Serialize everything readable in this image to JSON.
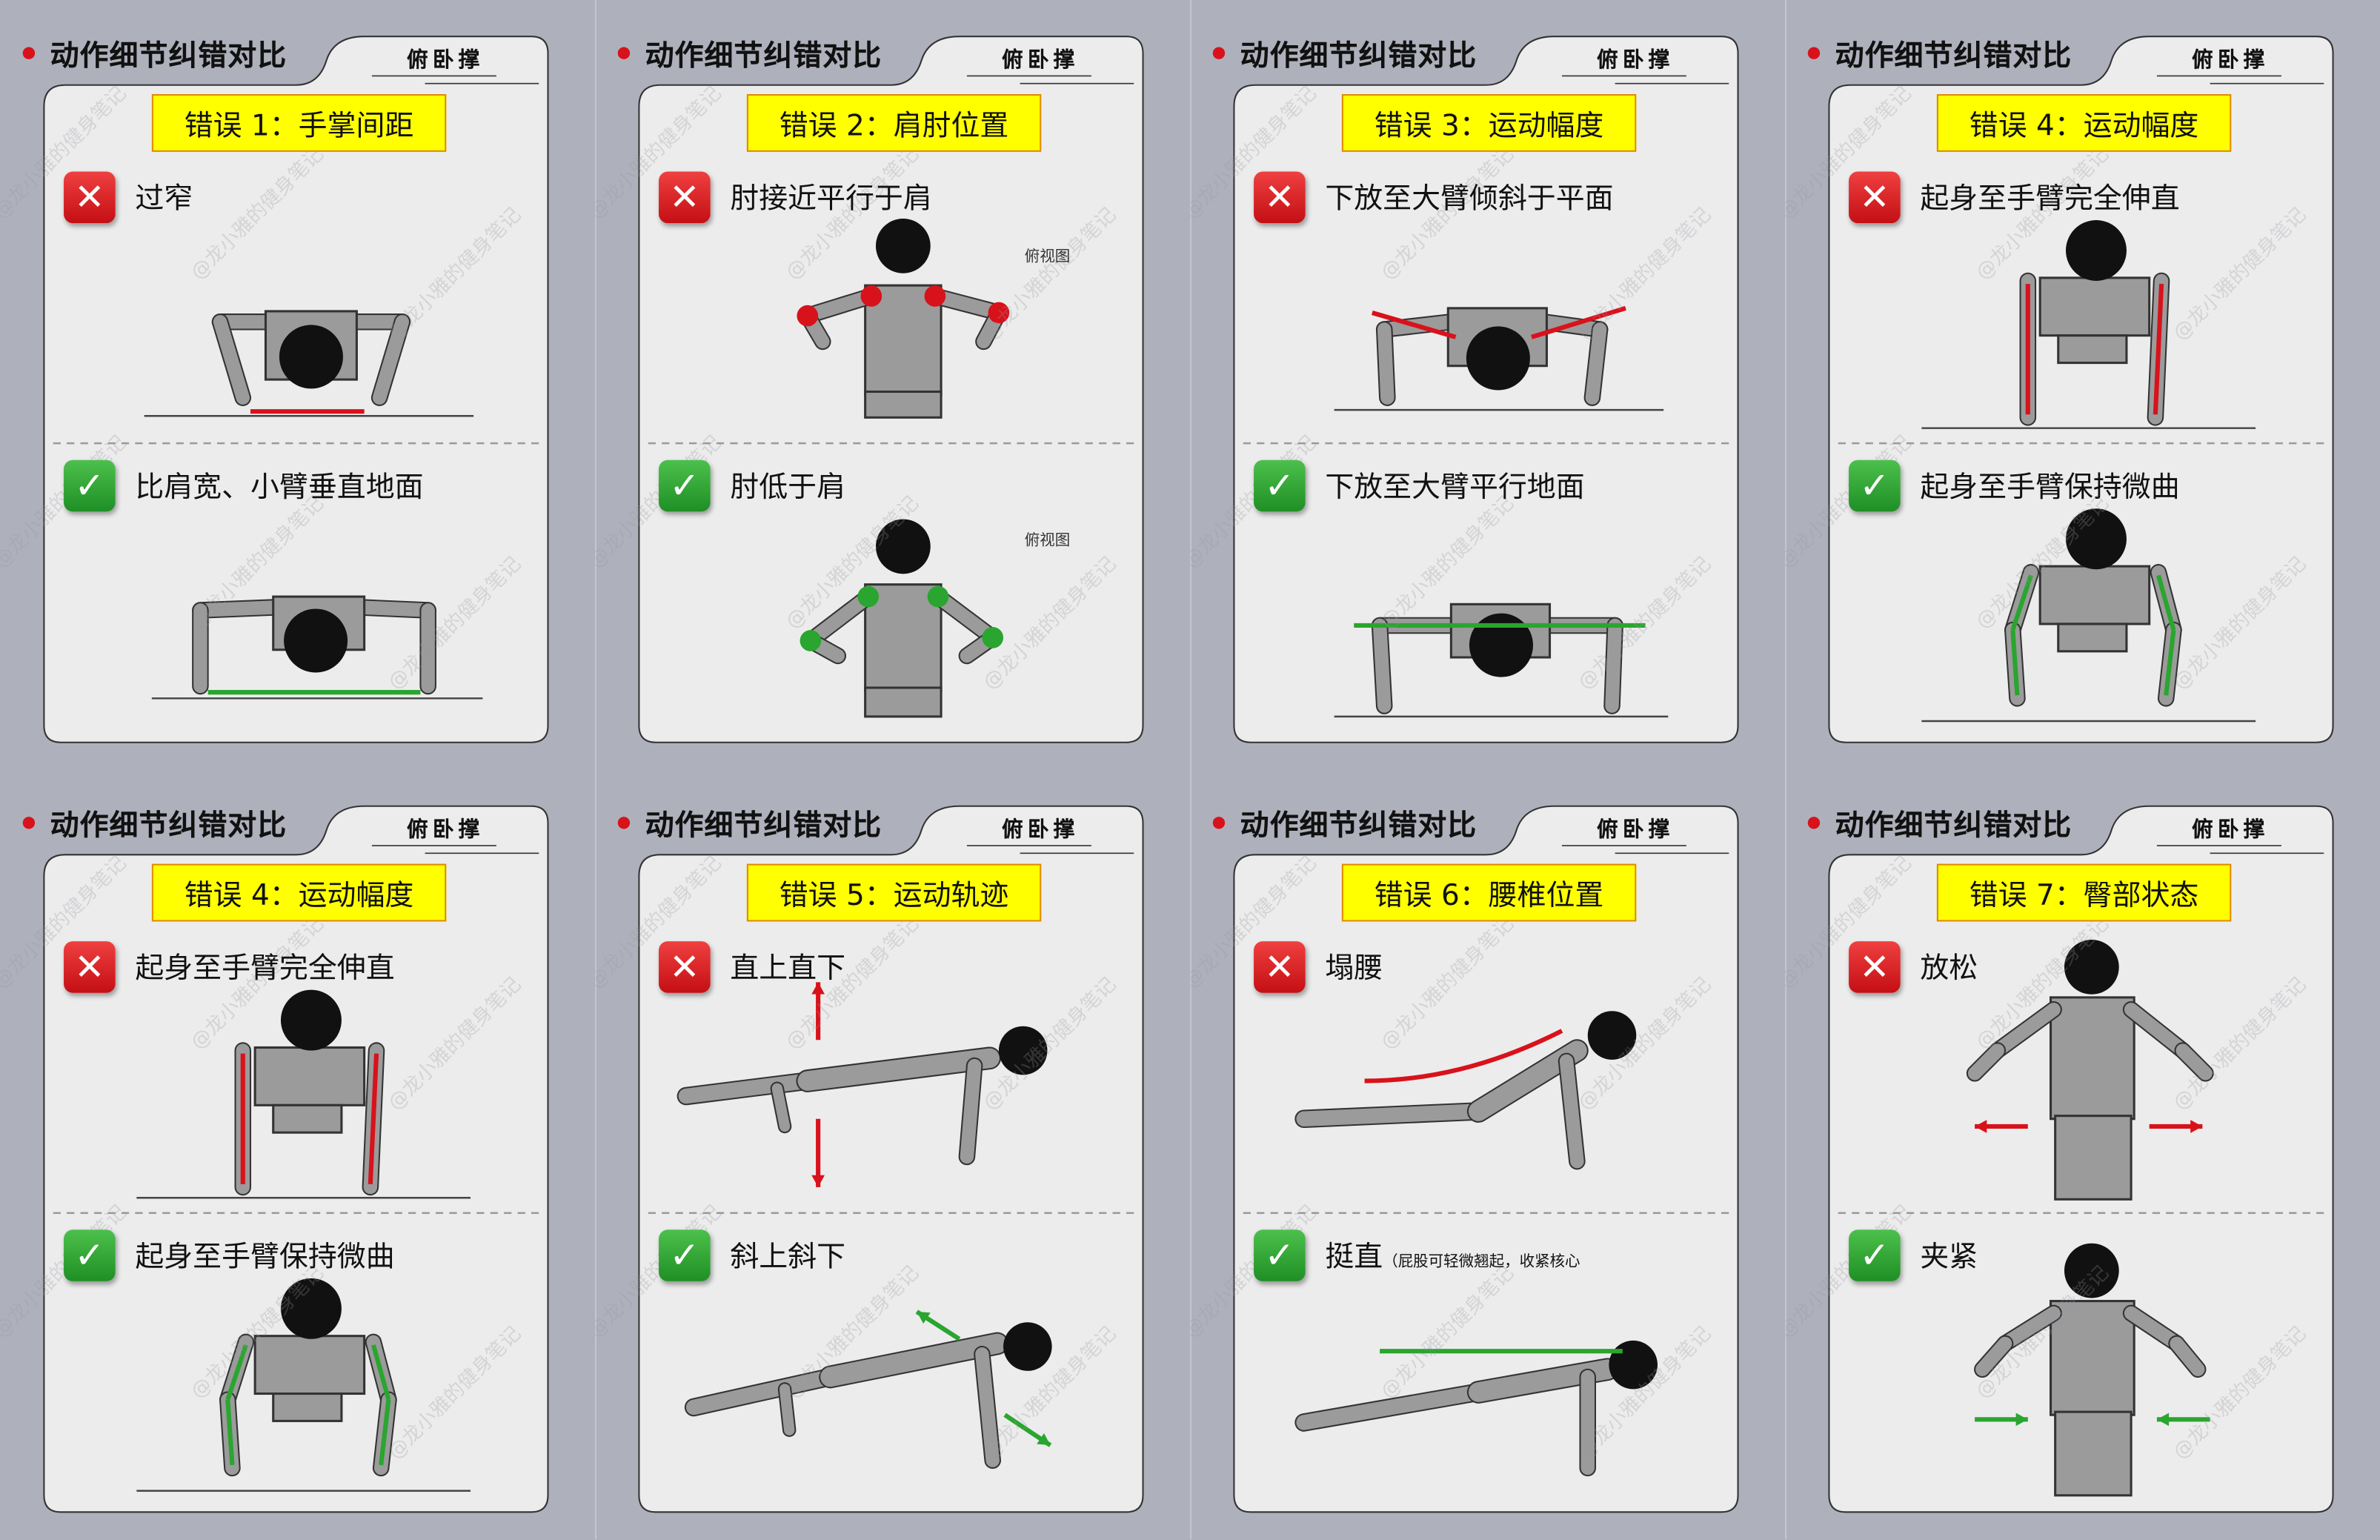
{
  "header_title": "动作细节纠错对比",
  "exercise": "俯卧撑",
  "watermark": "@龙小雅的健身笔记",
  "top_view_label": "俯视图",
  "colors": {
    "wrong": "#d8121b",
    "right": "#2aa52f",
    "label_bg": "#ffff00",
    "background": "#aeb1bc",
    "panel": "#ececec"
  },
  "cards": [
    {
      "label": "错误 1：手掌间距",
      "wrong": "过窄",
      "right": "比肩宽、小臂垂直地面",
      "right_note": "",
      "figure": "hand-width"
    },
    {
      "label": "错误 2：肩肘位置",
      "wrong": "肘接近平行于肩",
      "right": "肘低于肩",
      "right_note": "",
      "figure": "elbow"
    },
    {
      "label": "错误 3：运动幅度",
      "wrong": "下放至大臂倾斜于平面",
      "right": "下放至大臂平行地面",
      "right_note": "",
      "figure": "depth"
    },
    {
      "label": "错误 4：运动幅度",
      "wrong": "起身至手臂完全伸直",
      "right": "起身至手臂保持微曲",
      "right_note": "",
      "figure": "lockout"
    },
    {
      "label": "错误 4：运动幅度",
      "wrong": "起身至手臂完全伸直",
      "right": "起身至手臂保持微曲",
      "right_note": "",
      "figure": "lockout"
    },
    {
      "label": "错误 5：运动轨迹",
      "wrong": "直上直下",
      "right": "斜上斜下",
      "right_note": "",
      "figure": "path"
    },
    {
      "label": "错误 6：腰椎位置",
      "wrong": "塌腰",
      "right": "挺直",
      "right_note": "（屁股可轻微翘起，收紧核心",
      "figure": "spine"
    },
    {
      "label": "错误 7：臀部状态",
      "wrong": "放松",
      "right": "夹紧",
      "right_note": "",
      "figure": "glute"
    }
  ]
}
